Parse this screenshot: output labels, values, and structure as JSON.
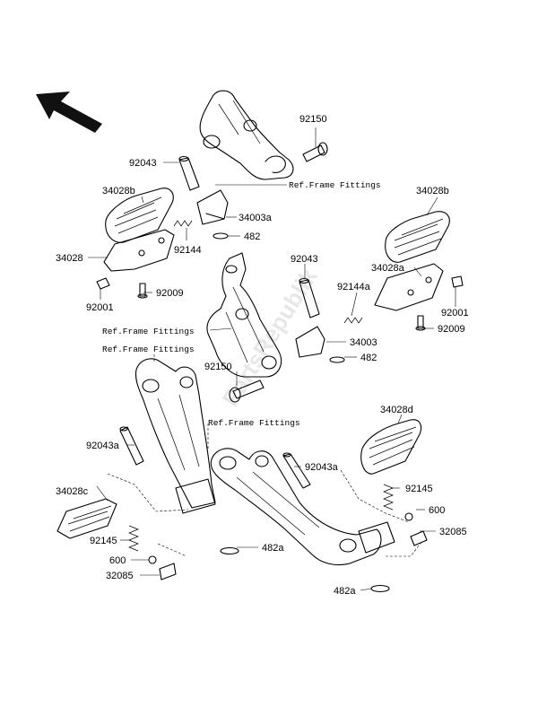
{
  "labels": {
    "p92150_top": "92150",
    "p92043_top": "92043",
    "ref_top": "Ref.Frame Fittings",
    "p34028b_left": "34028b",
    "p34003a": "34003a",
    "p482_top": "482",
    "p92144": "92144",
    "p34028": "34028",
    "p92009_left": "92009",
    "p92001_left": "92001",
    "p34028b_right": "34028b",
    "p92043_mid": "92043",
    "p92144a": "92144a",
    "p34028a": "34028a",
    "p92001_right": "92001",
    "p92009_right": "92009",
    "ref_mid": "Ref.Frame Fittings",
    "ref_left": "Ref.Frame Fittings",
    "p34003": "34003",
    "p482_mid": "482",
    "p92150_mid": "92150",
    "ref_bottom": "Ref.Frame Fittings",
    "p34028d": "34028d",
    "p92043a_left": "92043a",
    "p92043a_right": "92043a",
    "p34028c": "34028c",
    "p92145_right": "92145",
    "p600_right": "600",
    "p32085_right": "32085",
    "p92145_left": "92145",
    "p600_left": "600",
    "p32085_left": "32085",
    "p482a_mid": "482a",
    "p482a_bottom": "482a"
  },
  "watermark": "PartsRepublik",
  "icons": {
    "direction": "arrow-up-left-icon"
  }
}
